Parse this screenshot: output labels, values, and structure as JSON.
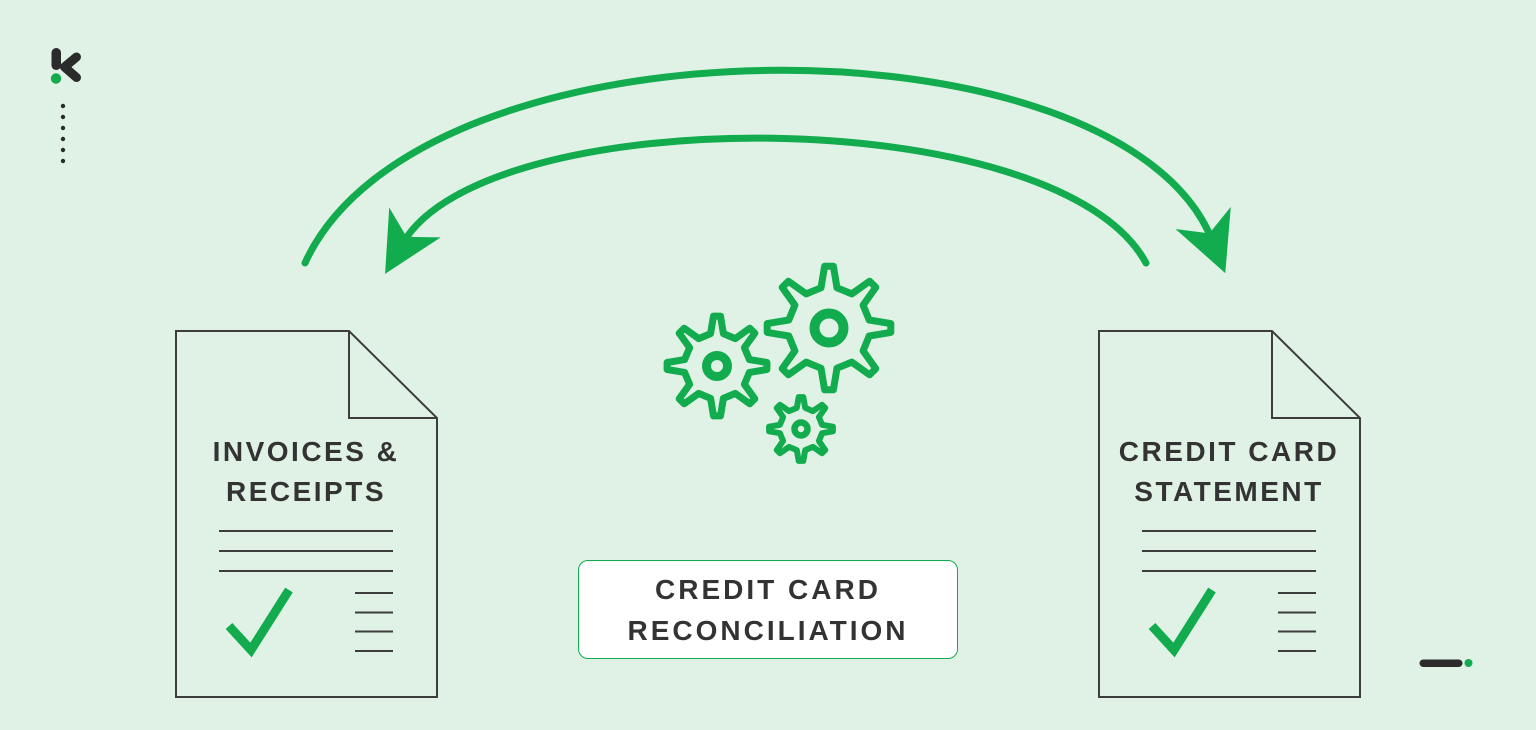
{
  "colors": {
    "bg": "#dff2e5",
    "green": "#12ac4e",
    "ink": "#333333",
    "ink_dark": "#2b2b2b",
    "line": "#3d3d3d"
  },
  "logo": {
    "icon": "brand-k-mark-icon"
  },
  "arrows": {
    "icon": "cycle-arrows-icon",
    "direction": "two-way exchange between left and right documents"
  },
  "gears": {
    "icon": "gears-icon",
    "count": 3
  },
  "documents": {
    "left": {
      "icon": "document-icon",
      "title": "INVOICES &\nRECEIPTS",
      "check_icon": "checkmark-icon"
    },
    "right": {
      "icon": "document-icon",
      "title": "CREDIT CARD\nSTATEMENT",
      "check_icon": "checkmark-icon"
    }
  },
  "center_label": {
    "text": "CREDIT CARD\nRECONCILIATION"
  },
  "footer_mark": {
    "icon": "dash-and-dot-icon"
  }
}
